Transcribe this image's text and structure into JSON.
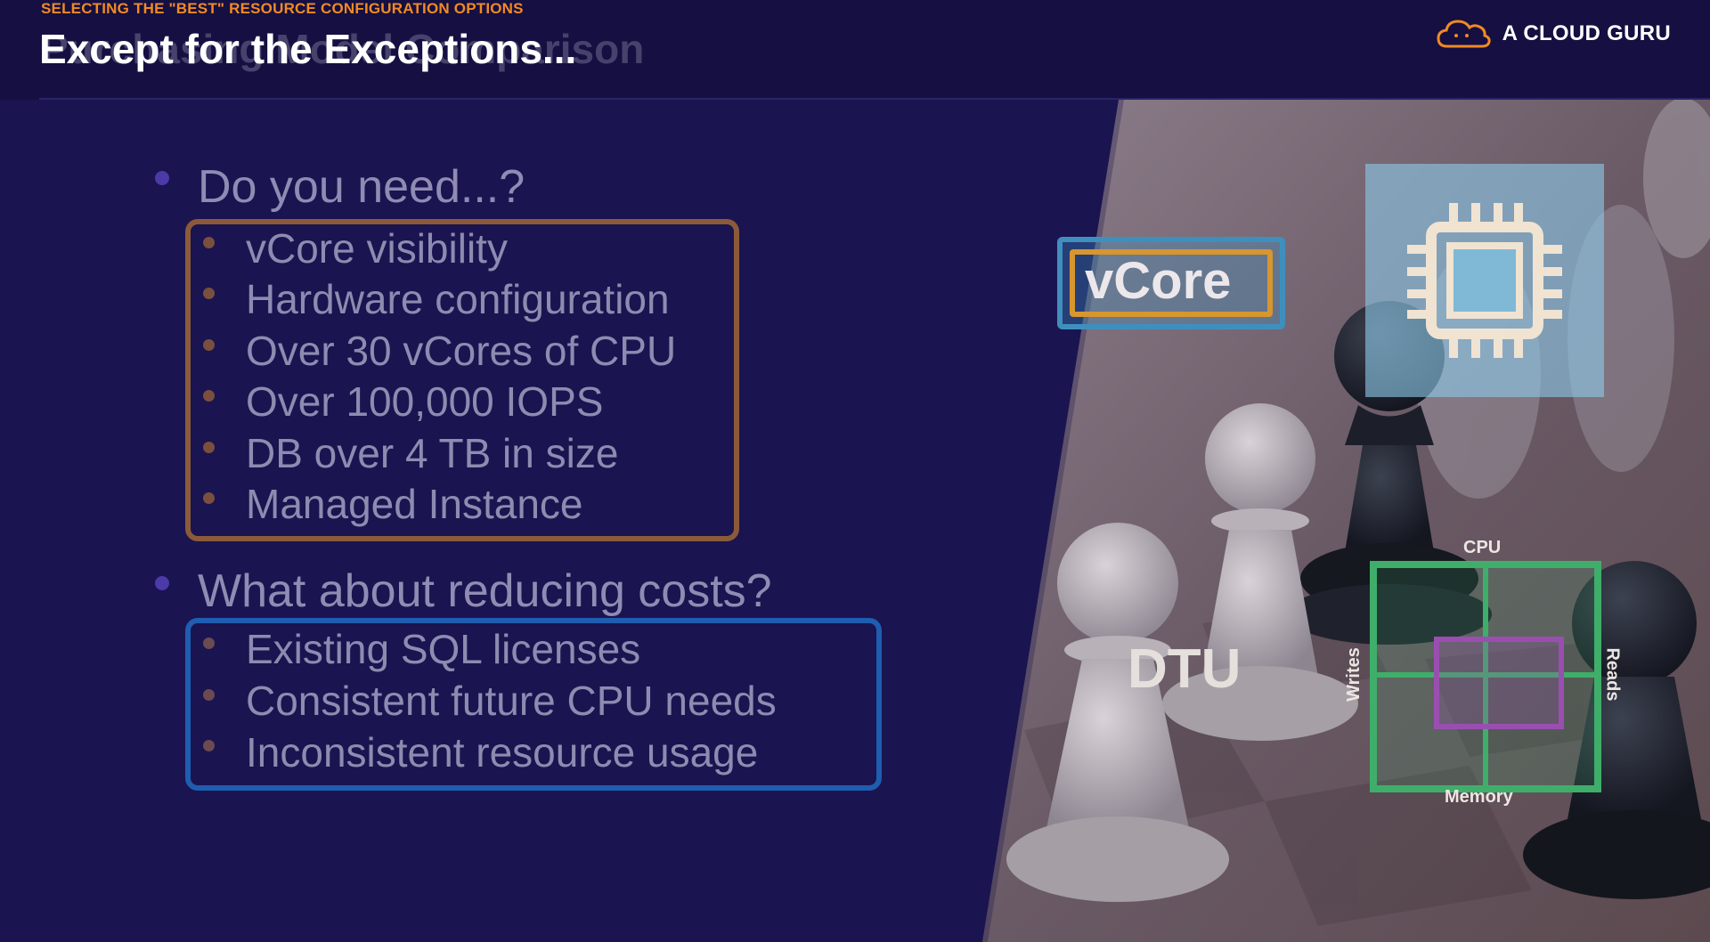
{
  "header": {
    "eyebrow": "SELECTING THE \"BEST\" RESOURCE CONFIGURATION OPTIONS",
    "title": "Except for the Exceptions...",
    "title_ghost": "Purchasing Model Comparison",
    "brand": "A CLOUD GURU"
  },
  "content": {
    "section1": {
      "question": "Do you need...?",
      "items": [
        "vCore visibility",
        "Hardware configuration",
        "Over 30 vCores of CPU",
        "Over 100,000 IOPS",
        "DB over 4 TB in size",
        "Managed Instance"
      ]
    },
    "section2": {
      "question": "What about reducing costs?",
      "items": [
        "Existing SQL licenses",
        "Consistent future CPU needs",
        "Inconsistent resource usage"
      ]
    }
  },
  "graphic": {
    "vcore_label": "vCore",
    "dtu_label": "DTU",
    "dtu_axes": {
      "top": "CPU",
      "left": "Writes",
      "right": "Reads",
      "bottom": "Memory"
    },
    "icons": [
      "cpu-chip-icon",
      "cloud-logo-icon"
    ],
    "colors": {
      "accent_orange": "#f08a24",
      "background": "#1a1450",
      "orange_box": "#8a5a3a",
      "blue_box": "#1e5db0",
      "dtu_grid": "#3fae6a",
      "dtu_inner": "#9a4fb0",
      "chip_panel": "#8cc8e6"
    }
  }
}
